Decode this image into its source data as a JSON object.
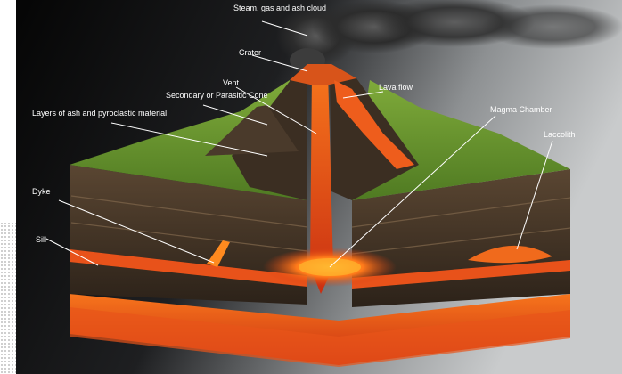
{
  "labels": {
    "steam": "Steam, gas and ash cloud",
    "crater": "Crater",
    "vent": "Vent",
    "lava_flow": "Lava flow",
    "secondary_cone": "Secondary or Parasitic Cone",
    "magma_chamber": "Magma Chamber",
    "ash_layers": "Layers of ash and pyroclastic material",
    "laccolith": "Laccolith",
    "dyke": "Dyke",
    "sill": "Sill"
  },
  "colors": {
    "background_dark": "#111111",
    "sky_grey": "#b7b9bb",
    "grass": "#6c9a2c",
    "rock": "#4a3a2c",
    "lava": "#e4471a",
    "lava_bright": "#ffa21f"
  }
}
